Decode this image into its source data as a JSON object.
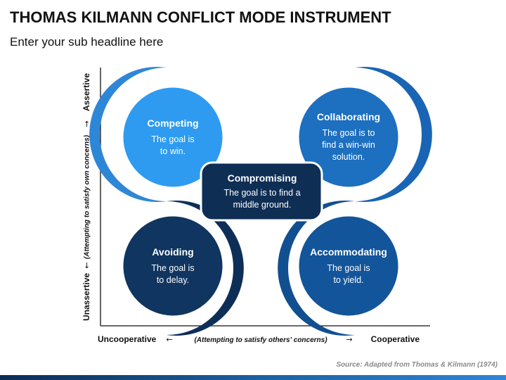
{
  "header": {
    "title": "THOMAS KILMANN CONFLICT MODE INSTRUMENT",
    "subtitle": "Enter your sub headline here"
  },
  "axes": {
    "y_high": "Assertive",
    "y_low": "Unassertive",
    "y_description": "(Attempting to satisfy own concerns)",
    "x_low": "Uncooperative",
    "x_high": "Cooperative",
    "x_description": "(Attempting to satisfy others' concerns)"
  },
  "modes": {
    "competing": {
      "name": "Competing",
      "description": "The goal is\nto win.",
      "color": "#2e9bf0"
    },
    "collaborating": {
      "name": "Collaborating",
      "description": "The goal is to\nfind a win-win\nsolution.",
      "color": "#1d6fc0"
    },
    "compromising": {
      "name": "Compromising",
      "description": "The goal is to find a\nmiddle ground.",
      "color": "#0e2e54"
    },
    "avoiding": {
      "name": "Avoiding",
      "description": "The goal is\nto delay.",
      "color": "#0f3560"
    },
    "accommodating": {
      "name": "Accommodating",
      "description": "The goal is\nto yield.",
      "color": "#12559a"
    }
  },
  "source": "Source: Adapted from Thomas & Kilmann (1974)"
}
